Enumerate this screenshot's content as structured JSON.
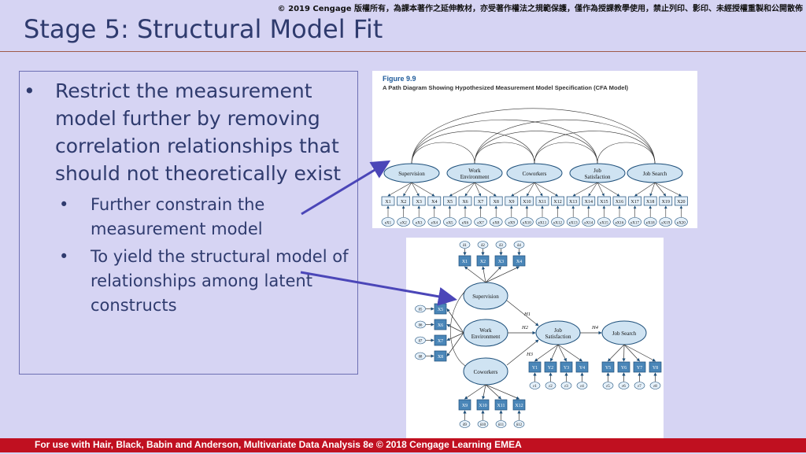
{
  "header": {
    "copyright": "© 2019 Cengage 版權所有，為課本著作之延伸教材，亦受著作權法之規範保護，僅作為授課教學使用，禁止列印、影印、未經授權重製和公開散佈",
    "title": "Stage 5: Structural Model Fit"
  },
  "content": {
    "bullet_symbol": "•",
    "bullet": "Restrict the measurement model further by removing correlation relationships that should not theoretically exist",
    "sub_bullets": [
      "Further constrain the measurement model",
      "To yield the structural model of relationships among latent constructs"
    ]
  },
  "figure_cfa": {
    "caption_label": "Figure 9.9",
    "caption_title": "A Path Diagram Showing Hypothesized Measurement Model Specification (CFA Model)",
    "constructs": [
      {
        "lines": [
          "Supervision"
        ]
      },
      {
        "lines": [
          "Work",
          "Environment"
        ]
      },
      {
        "lines": [
          "Coworkers"
        ]
      },
      {
        "lines": [
          "Job",
          "Satisfaction"
        ]
      },
      {
        "lines": [
          "Job Search"
        ]
      }
    ],
    "indicators": [
      "X1",
      "X2",
      "X3",
      "X4",
      "X5",
      "X6",
      "X7",
      "X8",
      "X9",
      "X10",
      "X11",
      "X12",
      "X13",
      "X14",
      "X15",
      "X16",
      "X17",
      "X18",
      "X19",
      "X20"
    ],
    "errors": [
      "eX1",
      "eX2",
      "eX3",
      "eX4",
      "eX5",
      "eX6",
      "eX7",
      "eX8",
      "eX9",
      "eX10",
      "eX11",
      "eX12",
      "eX13",
      "eX14",
      "eX15",
      "eX16",
      "eX17",
      "eX18",
      "eX19",
      "eX20"
    ]
  },
  "figure_sem": {
    "constructs": {
      "supervision": [
        "Supervision"
      ],
      "work_environment": [
        "Work",
        "Environment"
      ],
      "coworkers": [
        "Coworkers"
      ],
      "job_satisfaction": [
        "Job",
        "Satisfaction"
      ],
      "job_search": [
        "Job Search"
      ]
    },
    "paths": [
      "H1",
      "H2",
      "H3",
      "H4"
    ],
    "top_indicators": [
      "X1",
      "X2",
      "X3",
      "X4"
    ],
    "top_errors": [
      "δ1",
      "δ2",
      "δ3",
      "δ4"
    ],
    "left_indicators": [
      "X5",
      "X6",
      "X7",
      "X8"
    ],
    "left_errors": [
      "δ5",
      "δ6",
      "δ7",
      "δ8"
    ],
    "bottom_indicators": [
      "X9",
      "X10",
      "X11",
      "X12"
    ],
    "bottom_errors": [
      "δ9",
      "δ10",
      "δ11",
      "δ12"
    ],
    "y_indicators": [
      "Y1",
      "Y2",
      "Y3",
      "Y4",
      "Y5",
      "Y6",
      "Y7",
      "Y8"
    ],
    "y_errors": [
      "ε1",
      "ε2",
      "ε3",
      "ε4",
      "ε5",
      "ε6",
      "ε7",
      "ε8"
    ]
  },
  "footer": {
    "text": "For use with Hair, Black, Babin and Anderson, Multivariate Data Analysis 8e © 2018 Cengage Learning EMEA"
  },
  "colors": {
    "background": "#d6d4f3",
    "title": "#2f3b6e",
    "footer": "#c01020",
    "arrow": "#4b46b8",
    "construct_fill": "#cfe3f2",
    "indicator_fill": "#e6f1fa",
    "diagram_ink": "#1d4f7a"
  }
}
